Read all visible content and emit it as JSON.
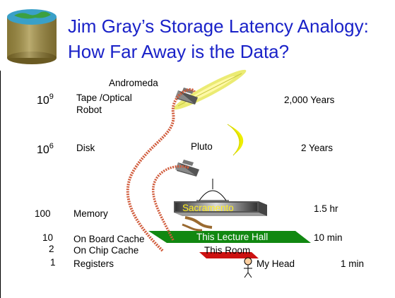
{
  "title": {
    "line1": "Jim Gray’s Storage Latency Analogy:",
    "line2": "How Far Away is the Data?"
  },
  "rows": [
    {
      "exp_base": "10",
      "exp_power": "9",
      "device": "Tape /Optical",
      "device_line2": "Robot",
      "time": "2,000 Years"
    },
    {
      "exp_base": "10",
      "exp_power": "6",
      "device": "Disk",
      "time": "2 Years"
    },
    {
      "count": "100",
      "device": "Memory",
      "time": "1.5 hr"
    },
    {
      "count": "10",
      "device": "On Board  Cache",
      "time": "10 min"
    },
    {
      "count": "2",
      "device": "On Chip Cache"
    },
    {
      "count": "1",
      "device": "Registers",
      "time": "1 min"
    }
  ],
  "places": {
    "andromeda": "Andromeda",
    "pluto": "Pluto",
    "sacramento": "Sacramento",
    "lecture_hall": "This Lecture Hall",
    "room": "This Room",
    "head": "My Head"
  },
  "colors": {
    "title": "#1a22c8",
    "path": "#d05a3a",
    "hall": "#118811",
    "room": "#cc1111",
    "sacramento_text": "#ffee22",
    "moon": "#eeee00",
    "galaxy": "#e8e85a"
  },
  "icons": [
    "disk-database-icon",
    "galaxy-icon",
    "crescent-moon-icon",
    "telescope-icon",
    "stick-figure-icon"
  ]
}
